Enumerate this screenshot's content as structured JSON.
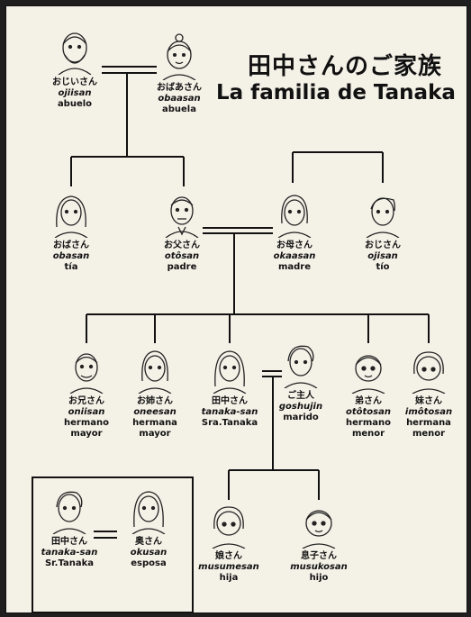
{
  "title": {
    "jp": "田中さんのご家族",
    "es": "La familia de Tanaka"
  },
  "members": {
    "ojiisan": {
      "jp": "おじいさん",
      "romaji": "ojiisan",
      "es": "abuelo"
    },
    "obaasan": {
      "jp": "おばあさん",
      "romaji": "obaasan",
      "es": "abuela"
    },
    "obasan": {
      "jp": "おばさん",
      "romaji": "obasan",
      "es": "tía"
    },
    "otosan": {
      "jp": "お父さん",
      "romaji": "otôsan",
      "es": "padre"
    },
    "okaasan": {
      "jp": "お母さん",
      "romaji": "okaasan",
      "es": "madre"
    },
    "ojisan": {
      "jp": "おじさん",
      "romaji": "ojisan",
      "es": "tío"
    },
    "oniisan": {
      "jp": "お兄さん",
      "romaji": "oniisan",
      "es": "hermano",
      "es2": "mayor"
    },
    "oneesan": {
      "jp": "お姉さん",
      "romaji": "oneesan",
      "es": "hermana",
      "es2": "mayor"
    },
    "tanaka": {
      "jp": "田中さん",
      "romaji": "tanaka-san",
      "es": "Sra.Tanaka"
    },
    "goshujin": {
      "jp": "ご主人",
      "romaji": "goshujin",
      "es": "marido"
    },
    "otouto": {
      "jp": "弟さん",
      "romaji": "otôtosan",
      "es": "hermano",
      "es2": "menor"
    },
    "imouto": {
      "jp": "妹さん",
      "romaji": "imôtosan",
      "es": "hermana",
      "es2": "menor"
    },
    "musume": {
      "jp": "娘さん",
      "romaji": "musumesan",
      "es": "hija"
    },
    "musuko": {
      "jp": "息子さん",
      "romaji": "musukosan",
      "es": "hijo"
    },
    "box_tanaka": {
      "jp": "田中さん",
      "romaji": "tanaka-san",
      "es": "Sr.Tanaka"
    },
    "okusan": {
      "jp": "奥さん",
      "romaji": "okusan",
      "es": "esposa"
    }
  }
}
